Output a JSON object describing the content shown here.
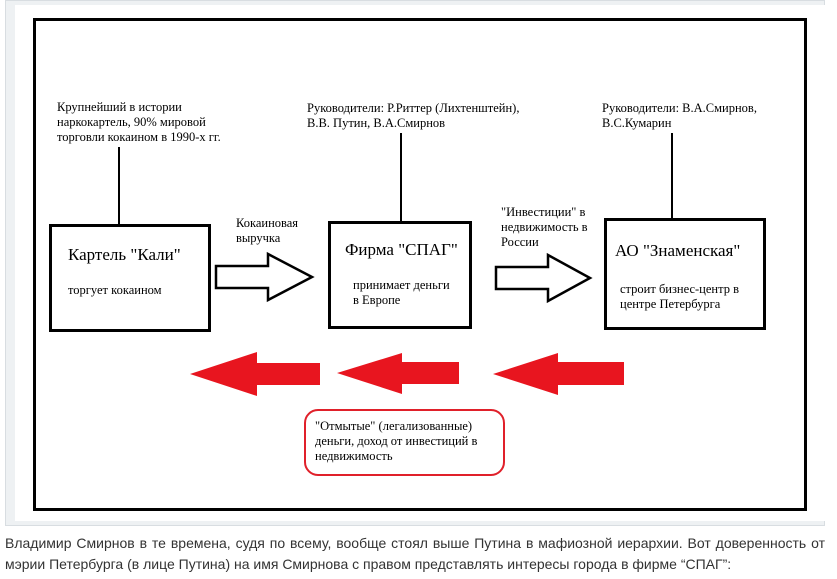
{
  "diagram": {
    "notes": {
      "kali": "Крупнейший в истории\nнаркокартель, 90% мировой\nторговли кокаином в 1990-х гг.",
      "spag": "Руководители: Р.Риттер (Лихтенштейн),\nВ.В. Путин, В.А.Смирнов",
      "znam": "Руководители: В.А.Смирнов,\nВ.С.Кумарин"
    },
    "boxes": [
      {
        "title": "Картель \"Кали\"",
        "desc": "торгует кокаином"
      },
      {
        "title": "Фирма \"СПАГ\"",
        "desc": "принимает деньги\nв Европе"
      },
      {
        "title": "АО \"Знаменская\"",
        "desc": "строит бизнес-центр в\nцентре Петербурга"
      }
    ],
    "arrow_labels": {
      "revenue": "Кокаиновая\nвыручка",
      "investments": "\"Инвестиции\" в\nнедвижимость в\nРоссии"
    },
    "laundered_note": "\"Отмытые\" (легализованные)\nденьги, доход от инвестиций в\nнедвижимость",
    "colors": {
      "red_arrow": "#e8151f",
      "outline": "#000000"
    }
  },
  "caption": "Владимир Смирнов в те времена, судя по всему, вообще стоял выше Путина в мафиозной иерархии. Вот доверенность от мэрии Петербурга (в лице Путина)  на имя Смирнова с правом представлять интересы города в фирме “СПАГ”:"
}
